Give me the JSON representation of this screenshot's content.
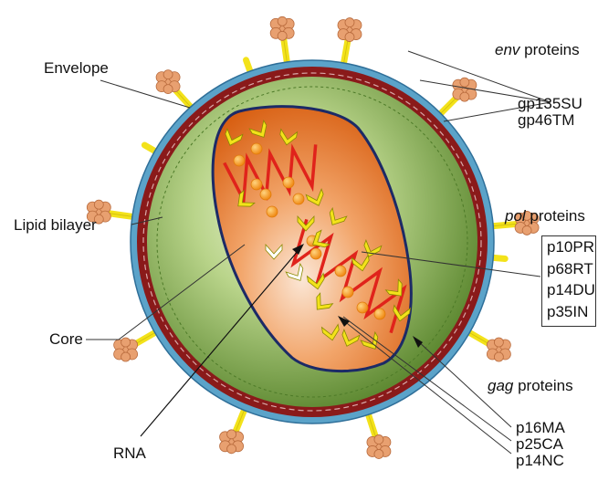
{
  "labels": {
    "envelope": "Envelope",
    "lipid_bilayer": "Lipid bilayer",
    "core": "Core",
    "rna": "RNA"
  },
  "env": {
    "group_italic": "env",
    "group_suffix": " proteins",
    "items": [
      "gp135SU",
      "gp46TM"
    ]
  },
  "pol": {
    "group_italic": "pol",
    "group_suffix": " proteins",
    "items": [
      "p10PR",
      "p68RT",
      "p14DU",
      "p35IN"
    ]
  },
  "gag": {
    "group_italic": "gag",
    "group_suffix": " proteins",
    "items": [
      "p16MA",
      "p25CA",
      "p14NC"
    ]
  },
  "colors": {
    "outer_membrane": "#5ba3c9",
    "lipid_layer": "#8a1a1a",
    "matrix_green": "#8fb55a",
    "core_orange": "#e8772a",
    "rna_red": "#e0231b",
    "spike_yellow": "#f3e21a",
    "knob_tan": "#e8a070"
  }
}
